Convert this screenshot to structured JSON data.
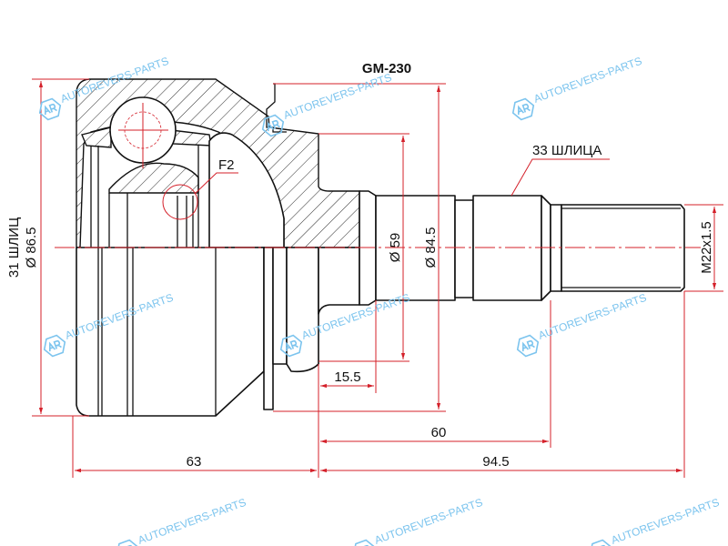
{
  "title": "GM-230",
  "labels": {
    "outer_diameter": "Ø 86.5",
    "inner_splines": "31 ШЛИЦ",
    "flange_diameter": "Ø 84.5",
    "neck_diameter": "Ø 59",
    "outer_splines": "33 ШЛИЦА",
    "thread": "M22x1.5",
    "detail": "F2",
    "dim_15_5": "15.5",
    "dim_60": "60",
    "dim_63": "63",
    "dim_94_5": "94.5"
  },
  "watermark": {
    "text": "AUTOREVERS-PARTS",
    "logo": "AR"
  },
  "colors": {
    "dimension": "#d4202a",
    "outline": "#111111",
    "watermark": "#7cc4ee"
  }
}
